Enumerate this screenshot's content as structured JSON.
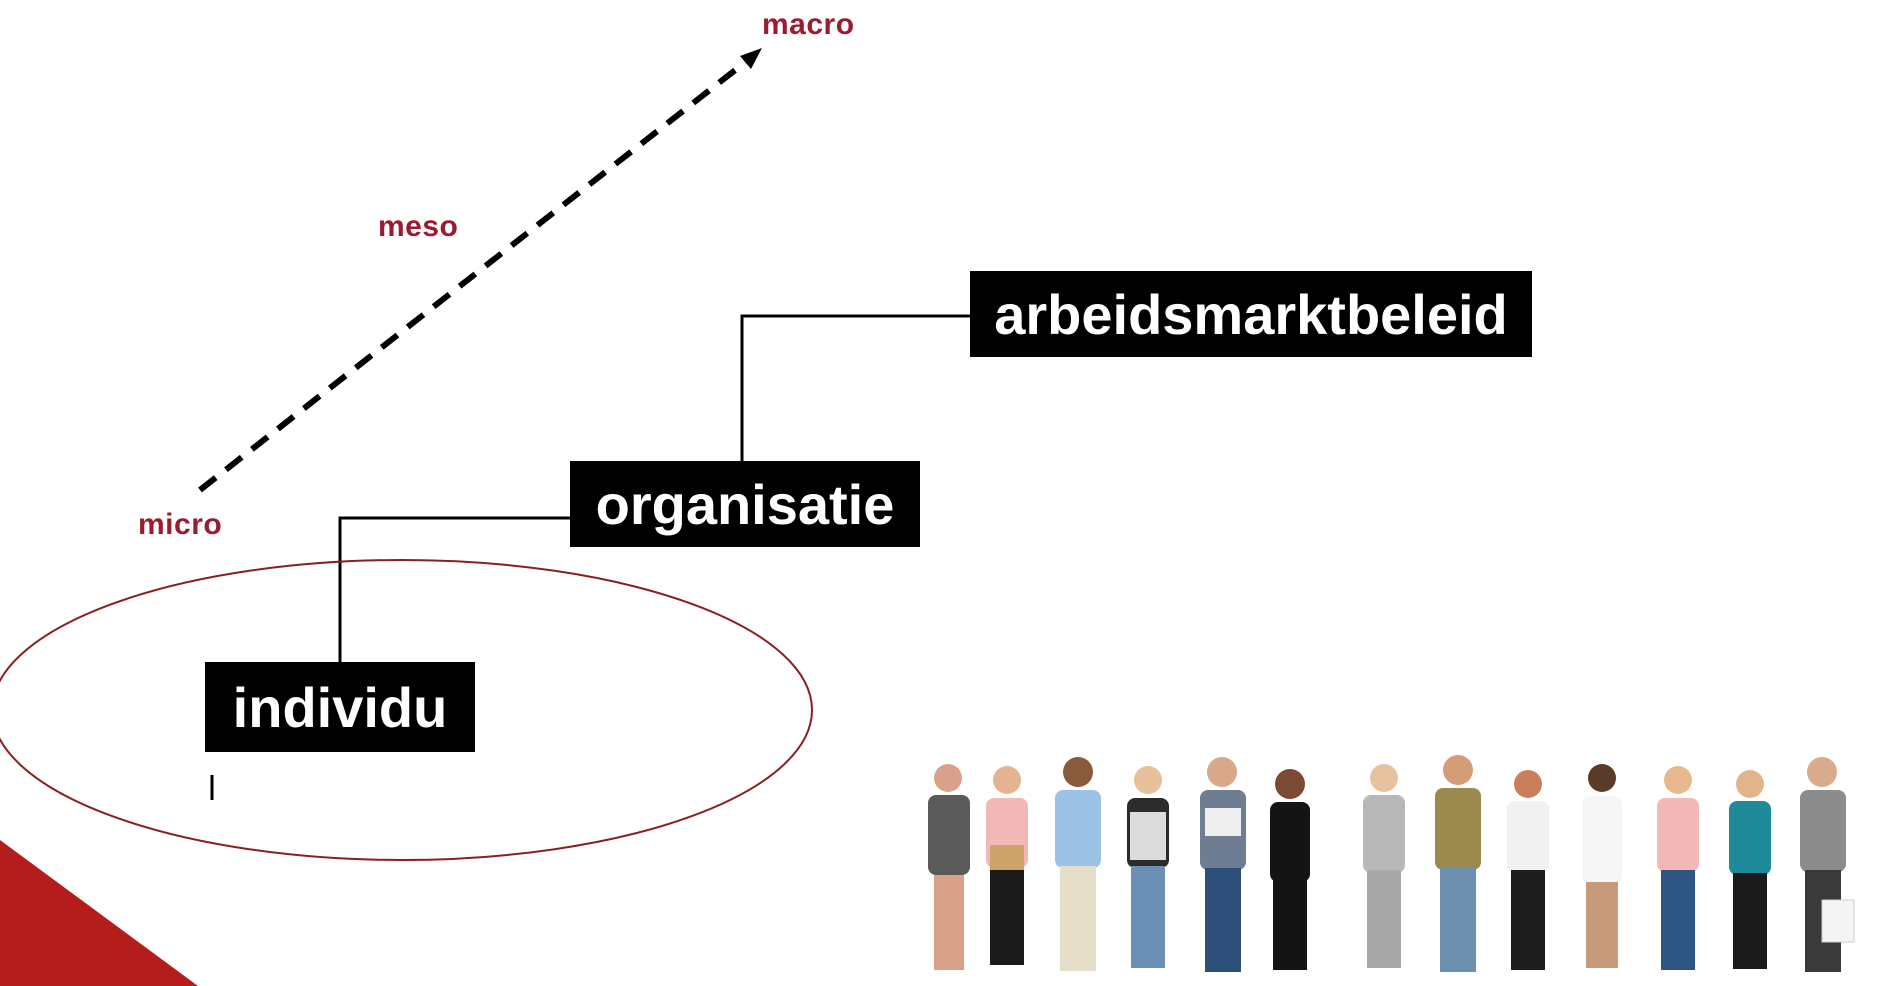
{
  "levels": {
    "macro": "macro",
    "meso": "meso",
    "micro": "micro"
  },
  "boxes": {
    "policy": "arbeidsmarktbeleid",
    "organization": "organisatie",
    "individual": "individu"
  },
  "colors": {
    "accent_red": "#9b1b30",
    "corner_red": "#b51d1d",
    "ellipse_stroke": "#8a1f1f",
    "box_bg": "#000000",
    "box_text": "#ffffff"
  }
}
